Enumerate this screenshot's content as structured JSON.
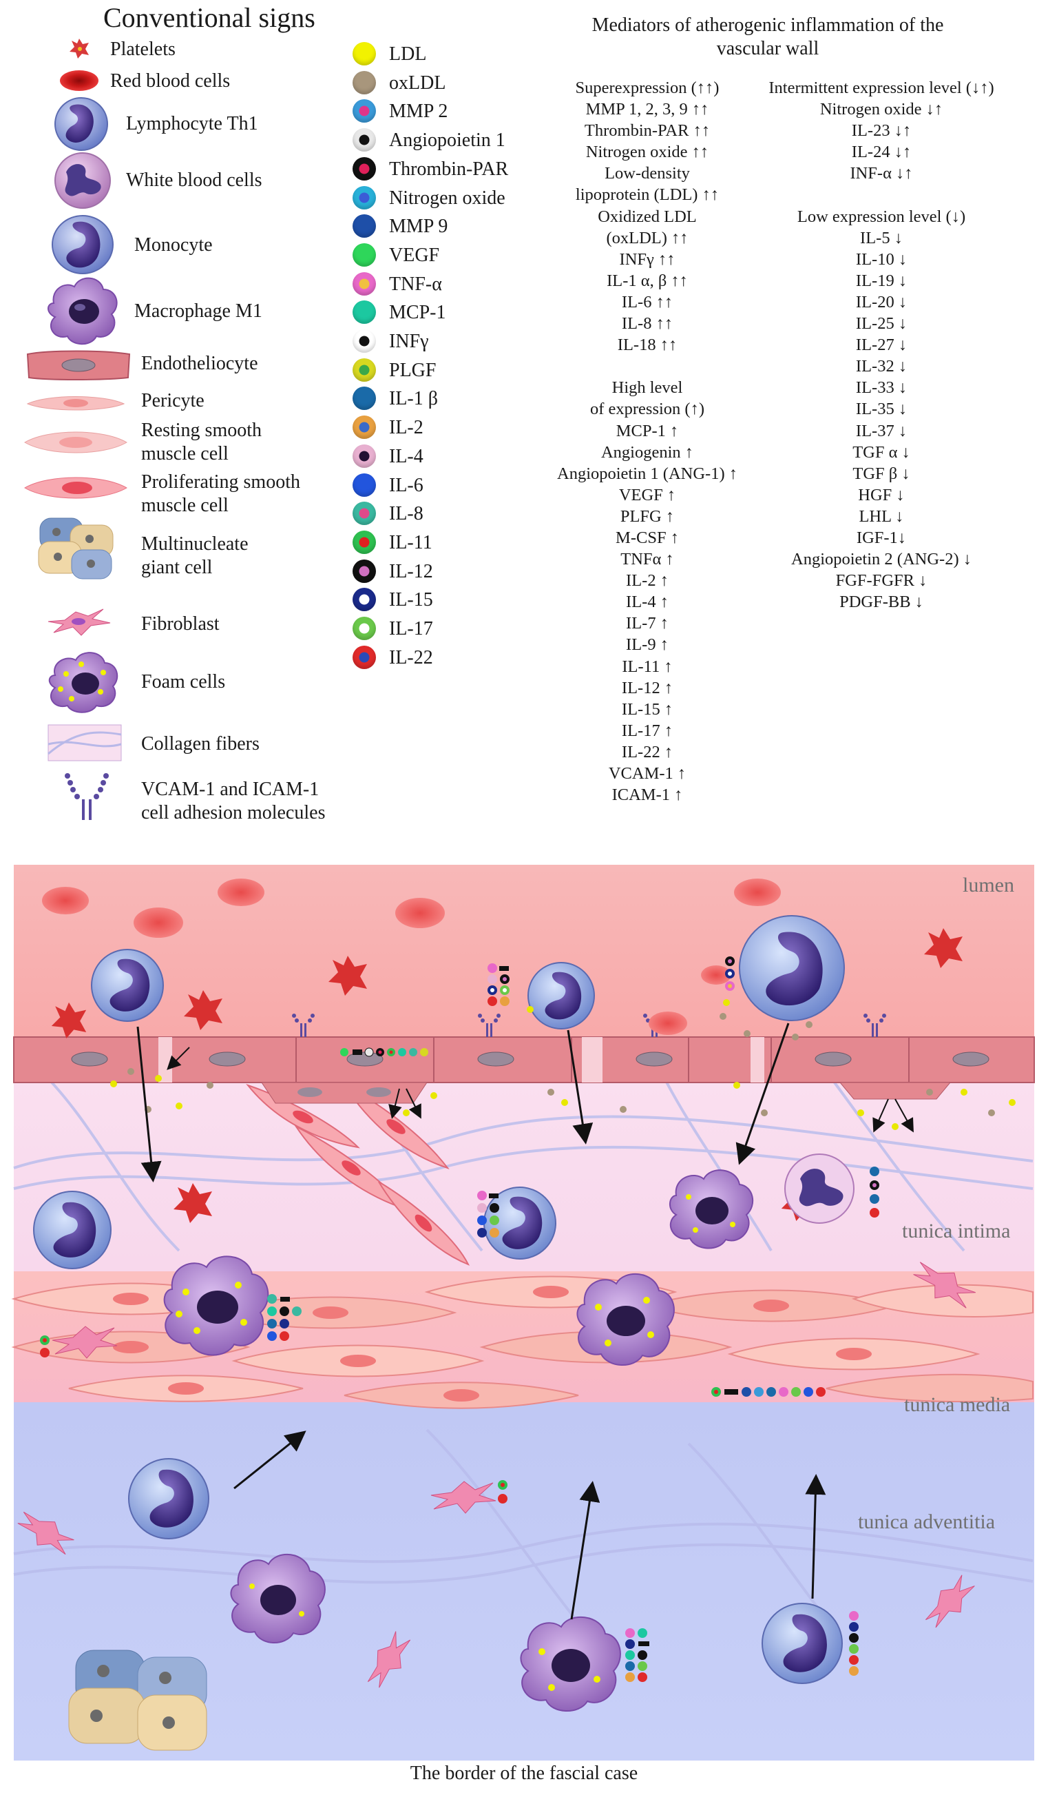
{
  "legend": {
    "title": "Conventional signs",
    "cells": [
      {
        "label": "Platelets",
        "icon": "platelet-icon"
      },
      {
        "label": "Red blood cells",
        "icon": "red-blood-cell-icon"
      },
      {
        "label": "Lymphocyte Th1",
        "icon": "lymphocyte-icon"
      },
      {
        "label": "White blood cells",
        "icon": "white-blood-cell-icon"
      },
      {
        "label": "Monocyte",
        "icon": "monocyte-icon"
      },
      {
        "label": "Macrophage M1",
        "icon": "macrophage-icon"
      },
      {
        "label": "Endotheliocyte",
        "icon": "endotheliocyte-icon"
      },
      {
        "label": "Pericyte",
        "icon": "pericyte-icon"
      },
      {
        "label": "Resting smooth",
        "label2": "muscle cell",
        "icon": "resting-smooth-muscle-cell-icon"
      },
      {
        "label": "Proliferating smooth",
        "label2": "muscle cell",
        "icon": "proliferating-smooth-muscle-cell-icon"
      },
      {
        "label": "Multinucleate",
        "label2": "giant cell",
        "icon": "giant-cell-icon"
      },
      {
        "label": "Fibroblast",
        "icon": "fibroblast-icon"
      },
      {
        "label": "Foam cells",
        "icon": "foam-cell-icon"
      },
      {
        "label": "Collagen fibers",
        "icon": "collagen-fibers-icon"
      },
      {
        "label": "VCAM-1 and ICAM-1",
        "label2": "cell adhesion molecules",
        "icon": "adhesion-molecule-icon"
      }
    ],
    "signals": [
      {
        "label": "LDL",
        "color": "#f2f200"
      },
      {
        "label": "oxLDL",
        "color": "#a8967c"
      },
      {
        "label": "MMP 2",
        "color": "#3a9ad9",
        "center": "#e0358a"
      },
      {
        "label": "Angiopoietin 1",
        "color": "#e8e8e8",
        "center": "#111111"
      },
      {
        "label": "Thrombin-PAR",
        "color": "#111111",
        "center": "#e0205a"
      },
      {
        "label": "Nitrogen oxide",
        "color": "#28b0d8",
        "center": "#3b5bd6"
      },
      {
        "label": "MMP 9",
        "color": "#1e4fa8"
      },
      {
        "label": "VEGF",
        "color": "#2ed65a"
      },
      {
        "label": "TNF-α",
        "color": "#e868c8",
        "center": "#f0c040"
      },
      {
        "label": "MCP-1",
        "color": "#1cc8a0"
      },
      {
        "label": "INFγ",
        "color": "#ffffff",
        "center": "#111111"
      },
      {
        "label": "PLGF",
        "color": "#d8d820",
        "center": "#3aa84a"
      },
      {
        "label": "IL-1 β",
        "color": "#1a6aa8"
      },
      {
        "label": "IL-2",
        "color": "#e8a040",
        "center": "#3a6ac8"
      },
      {
        "label": "IL-4",
        "color": "#e8b0d0",
        "center": "#221133"
      },
      {
        "label": "IL-6",
        "color": "#2255dd"
      },
      {
        "label": "IL-8",
        "color": "#3ab8a0",
        "center": "#e04a8a"
      },
      {
        "label": "IL-11",
        "color": "#2ec050",
        "center": "#e02020"
      },
      {
        "label": "IL-12",
        "color": "#111111",
        "center": "#d070c0"
      },
      {
        "label": "IL-15",
        "color": "#1a2a8a",
        "center": "#ffffff"
      },
      {
        "label": "IL-17",
        "color": "#6ac84a",
        "center": "#ffffff"
      },
      {
        "label": "IL-22",
        "color": "#e02a2a",
        "center": "#2a4ab8"
      }
    ]
  },
  "mediators": {
    "title_line1": "Mediators of atherogenic inflammation of the",
    "title_line2": "vascular wall",
    "left": [
      "Superexpression (↑↑)",
      "MMP 1, 2, 3, 9 ↑↑",
      "Thrombin-PAR ↑↑",
      "Nitrogen oxide ↑↑",
      "Low-density",
      "lipoprotein (LDL) ↑↑",
      "Oxidized LDL",
      "(oxLDL) ↑↑",
      "INFγ ↑↑",
      "IL-1 α, β ↑↑",
      "IL-6 ↑↑",
      "IL-8 ↑↑",
      "IL-18 ↑↑",
      "",
      "High level",
      "of expression (↑)",
      "MCP-1 ↑",
      "Angiogenin ↑",
      "Angiopoietin 1 (ANG-1) ↑",
      "VEGF ↑",
      "PLFG ↑",
      "M-CSF ↑",
      "TNFα ↑",
      "IL-2 ↑",
      "IL-4 ↑",
      "IL-7 ↑",
      "IL-9 ↑",
      "IL-11 ↑",
      "IL-12 ↑",
      "IL-15 ↑",
      "IL-17 ↑",
      "IL-22 ↑",
      "VCAM-1 ↑",
      "ICAM-1 ↑"
    ],
    "right": [
      "Intermittent expression level (↓↑)",
      "Nitrogen oxide ↓↑",
      "IL-23 ↓↑",
      "IL-24 ↓↑",
      "INF-α ↓↑",
      "",
      "Low expression level (↓)",
      "IL-5 ↓",
      "IL-10 ↓",
      "IL-19 ↓",
      "IL-20 ↓",
      "IL-25 ↓",
      "IL-27 ↓",
      "IL-32 ↓",
      "IL-33 ↓",
      "IL-35 ↓",
      "IL-37 ↓",
      "TGF α ↓",
      "TGF β ↓",
      "HGF ↓",
      "LHL ↓",
      "IGF-1↓",
      "Angiopoietin 2 (ANG-2) ↓",
      "FGF-FGFR ↓",
      "PDGF-BB ↓"
    ]
  },
  "diagram": {
    "layers": {
      "lumen": "lumen",
      "intima": "tunica intima",
      "media": "tunica media",
      "adventitia": "tunica adventitia"
    },
    "caption": "The border of the fascial case"
  }
}
